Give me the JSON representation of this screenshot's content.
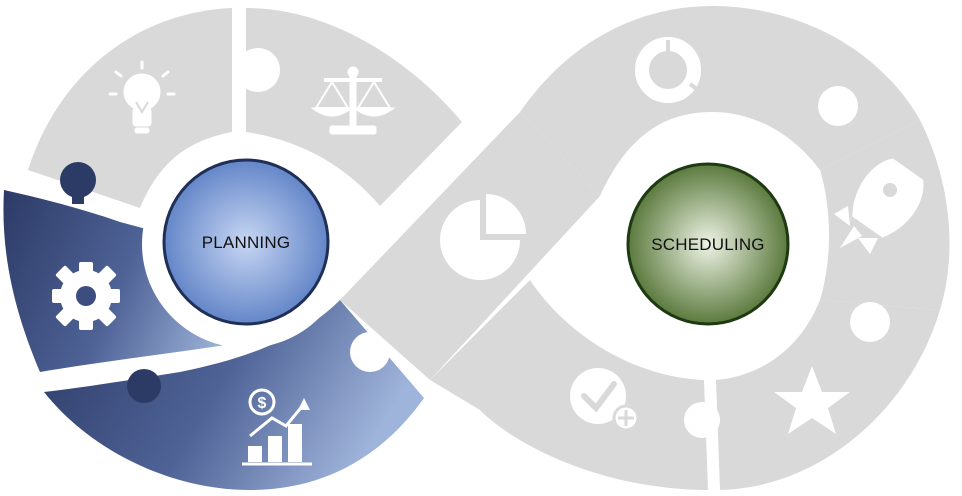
{
  "hubs": {
    "planning": {
      "label": "PLANNING",
      "fill_light": "#c7d6f3",
      "fill_dark": "#5a7ec4",
      "ring": "#1f2f55"
    },
    "scheduling": {
      "label": "SCHEDULING",
      "fill_light": "#eef3e6",
      "fill_dark": "#4d6e2d",
      "ring": "#1e3a12"
    }
  },
  "colors": {
    "puzzle_grey": "#d9d9d9",
    "icon_white": "#ffffff",
    "accent_navy_dark": "#2c3a66",
    "accent_navy_light": "#9fb4da"
  },
  "segments": [
    {
      "id": "lightbulb",
      "icon": "lightbulb-icon",
      "side": "left",
      "highlighted": false
    },
    {
      "id": "scale",
      "icon": "balance-scale-icon",
      "side": "left",
      "highlighted": false
    },
    {
      "id": "gear",
      "icon": "gear-icon",
      "side": "left",
      "highlighted": true
    },
    {
      "id": "growth",
      "icon": "dollar-growth-chart-icon",
      "side": "left",
      "highlighted": true
    },
    {
      "id": "pie",
      "icon": "pie-chart-icon",
      "side": "center",
      "highlighted": false
    },
    {
      "id": "donut",
      "icon": "donut-chart-icon",
      "side": "right",
      "highlighted": false
    },
    {
      "id": "rocket",
      "icon": "rocket-icon",
      "side": "right",
      "highlighted": false
    },
    {
      "id": "star",
      "icon": "star-icon",
      "side": "right",
      "highlighted": false
    },
    {
      "id": "check",
      "icon": "check-plus-icon",
      "side": "right",
      "highlighted": false
    }
  ],
  "growth_icon_symbol": "$"
}
